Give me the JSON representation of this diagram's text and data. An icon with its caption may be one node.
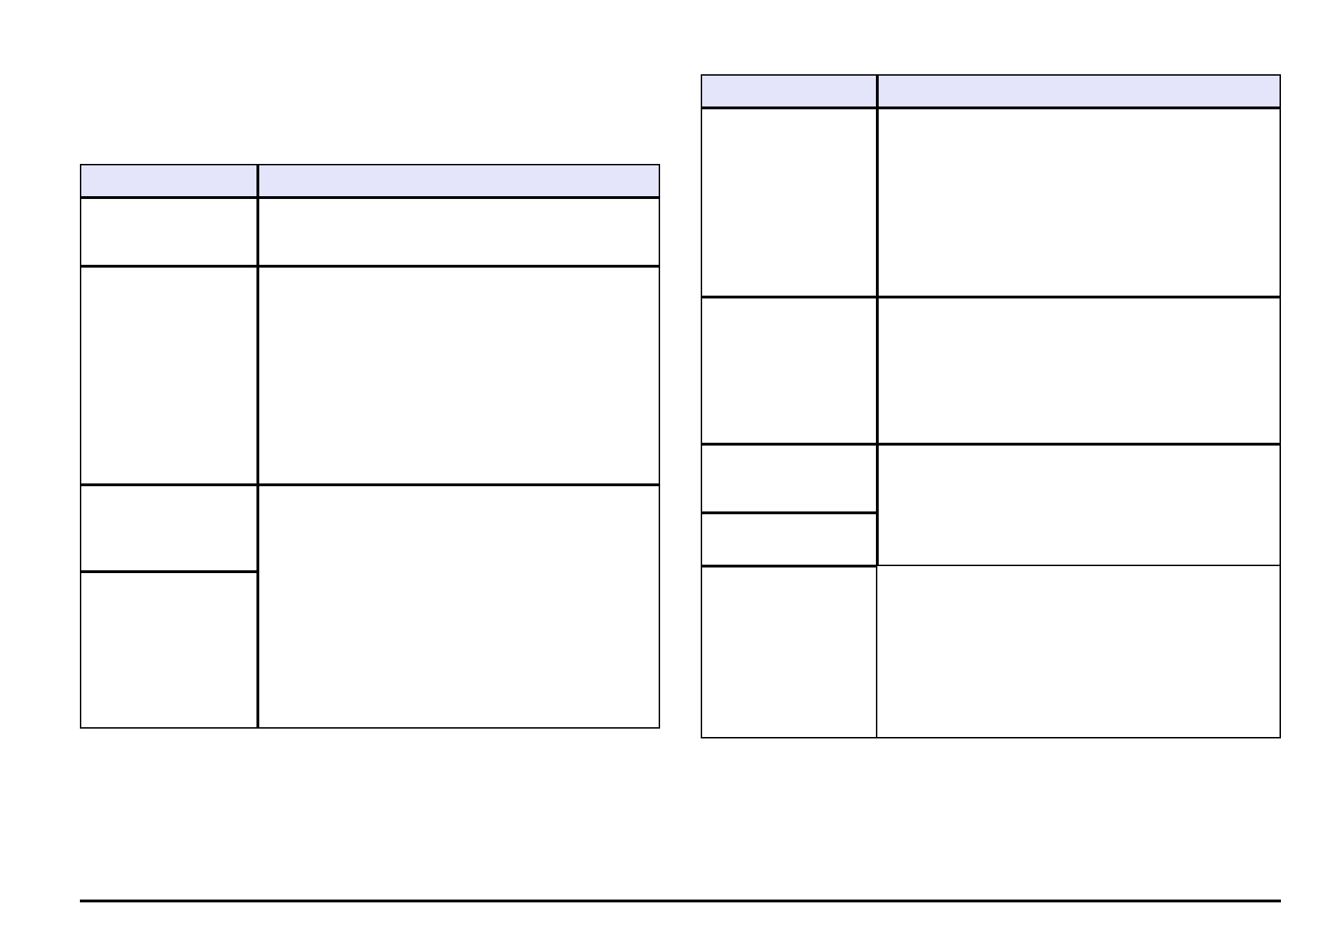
{
  "diagram": {
    "nodes": [
      {
        "text": [],
        "shape": "box"
      },
      {
        "text": [],
        "shape": "box",
        "in": 0
      },
      {
        "text": [],
        "shape": "box",
        "in": 0
      },
      {
        "text": [],
        "shape": "box",
        "in": 0
      },
      {
        "text": [],
        "shape": "box",
        "in": 0
      },
      {
        "text": [],
        "shape": "box",
        "in": 0
      },
      {
        "text": [],
        "shape": "box",
        "in": 0
      },
      {
        "text": [],
        "shape": "box",
        "in": 0
      },
      {
        "text": [],
        "shape": "box",
        "in": 0
      },
      {
        "text": [],
        "shape": "box",
        "in": 0
      },
      {
        "text": [],
        "shape": "box"
      },
      {
        "text": [],
        "shape": "box",
        "in": 10
      },
      {
        "text": [],
        "shape": "box",
        "in": 10
      },
      {
        "text": [],
        "shape": "box",
        "in": 10
      },
      {
        "text": [],
        "shape": "box",
        "in": 10
      },
      {
        "text": [],
        "shape": "box",
        "in": 10
      },
      {
        "text": [],
        "shape": "box",
        "in": 10
      },
      {
        "text": [],
        "shape": "box",
        "in": 10
      },
      {
        "text": [],
        "shape": "box",
        "in": 10
      },
      {
        "text": [],
        "shape": "box",
        "in": 10
      },
      {
        "text": [],
        "shape": "box",
        "in": 10
      }
    ]
  }
}
